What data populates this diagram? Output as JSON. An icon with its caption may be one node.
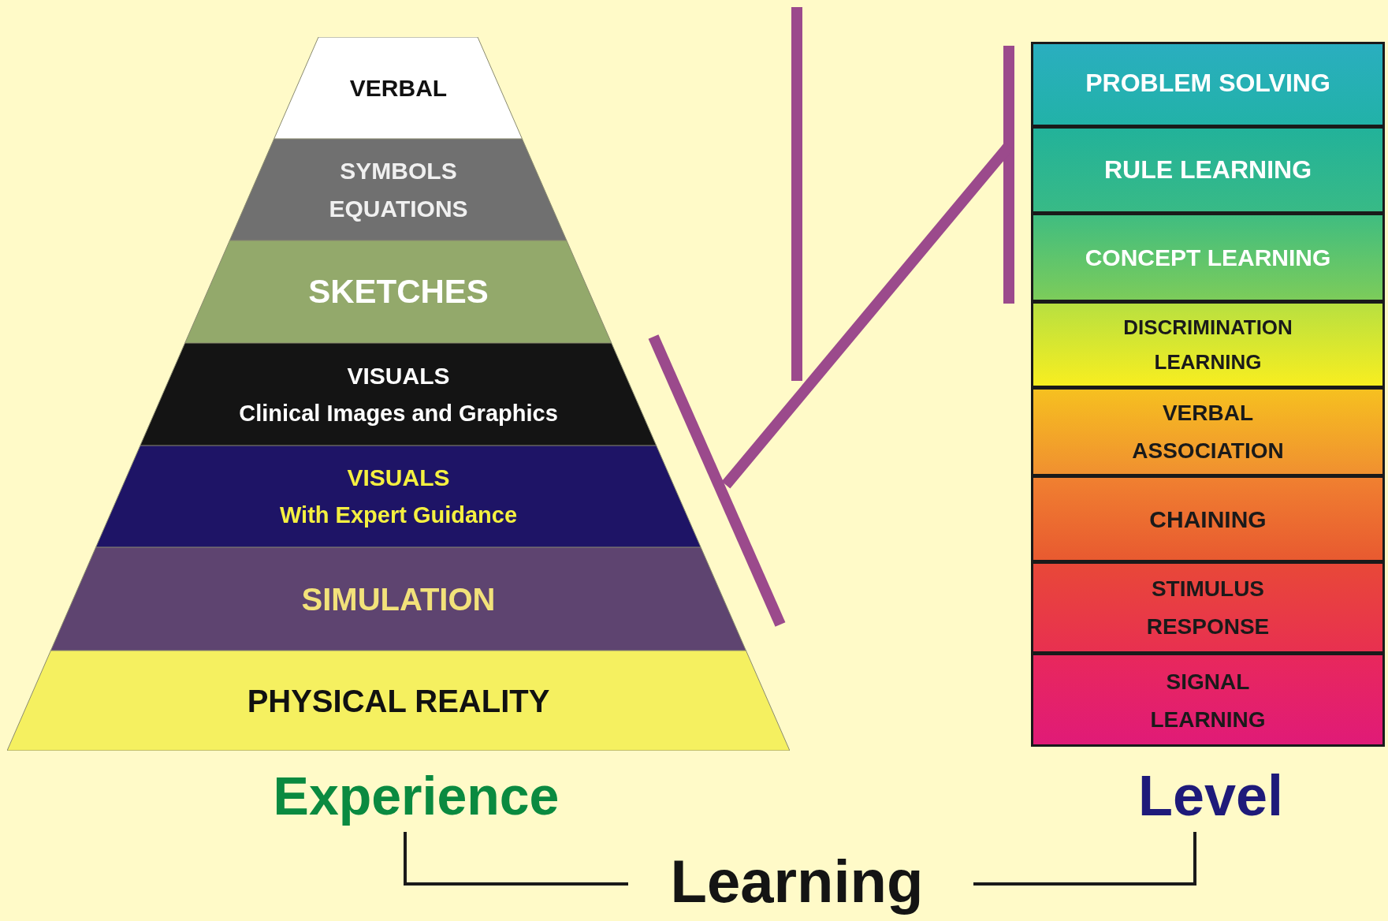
{
  "diagram": {
    "nodes": [
      {
        "text": [
          "Experience"
        ]
      },
      {
        "text": [
          "VERBAL"
        ],
        "in": 0
      },
      {
        "text": [
          "SYMBOLS",
          "EQUATIONS"
        ],
        "in": 0
      },
      {
        "text": [
          "SKETCHES"
        ],
        "in": 0
      },
      {
        "text": [
          "VISUALS",
          "Clinical Images and Graphics"
        ],
        "in": 0
      },
      {
        "text": [
          "VISUALS",
          "With Expert Guidance"
        ],
        "in": 0
      },
      {
        "text": [
          "SIMULATION"
        ],
        "in": 0
      },
      {
        "text": [
          "PHYSICAL REALITY"
        ],
        "in": 0
      },
      {
        "text": [
          "Level"
        ]
      },
      {
        "text": [
          "PROBLEM SOLVING"
        ],
        "in": 8
      },
      {
        "text": [
          "RULE LEARNING"
        ],
        "in": 8
      },
      {
        "text": [
          "CONCEPT LEARNING"
        ],
        "in": 8
      },
      {
        "text": [
          "DISCRIMINATION LEARNING"
        ],
        "in": 8
      },
      {
        "text": [
          "VERBAL ASSOCIATION"
        ],
        "in": 8
      },
      {
        "text": [
          "CHAINING"
        ],
        "in": 8
      },
      {
        "text": [
          "STIMULUS RESPONSE"
        ],
        "in": 8
      },
      {
        "text": [
          "SIGNAL LEARNING"
        ],
        "in": 8
      },
      {
        "text": [
          "Learning"
        ]
      }
    ],
    "edges": [
      {
        "from": 0,
        "to": 8,
        "arrow": "none",
        "style": "thick",
        "color": "#9b4a8c"
      },
      {
        "from": 17,
        "to": 0,
        "arrow": "none"
      },
      {
        "from": 17,
        "to": 8,
        "arrow": "none"
      }
    ]
  }
}
